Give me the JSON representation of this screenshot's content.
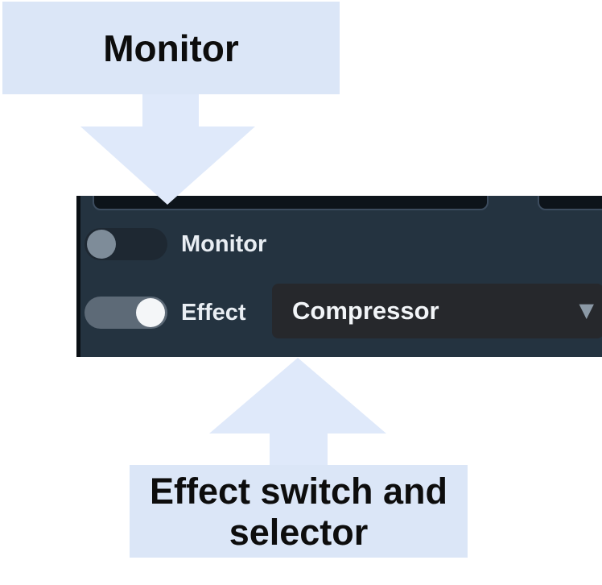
{
  "callouts": {
    "top": {
      "label": "Monitor"
    },
    "bottom": {
      "line1": "Effect switch and",
      "line2": "selector"
    }
  },
  "icons": {
    "caret_down": "▼"
  },
  "screenshot": {
    "monitor_row": {
      "label": "Monitor",
      "toggle_state": "off"
    },
    "effect_row": {
      "label": "Effect",
      "toggle_state": "on",
      "selector_value": "Compressor"
    }
  },
  "colors": {
    "callout_bg": "#dbe6f7",
    "arrow_fill": "#dfe9fa",
    "screenshot_bg": "#243340",
    "toggle_off_track": "#1e2832",
    "toggle_off_knob": "#7e8c99",
    "toggle_on_track": "#5d6a77",
    "toggle_on_knob": "#f4f6f8",
    "dropdown_bg": "#26282c",
    "caret_color": "#8b99a6"
  }
}
